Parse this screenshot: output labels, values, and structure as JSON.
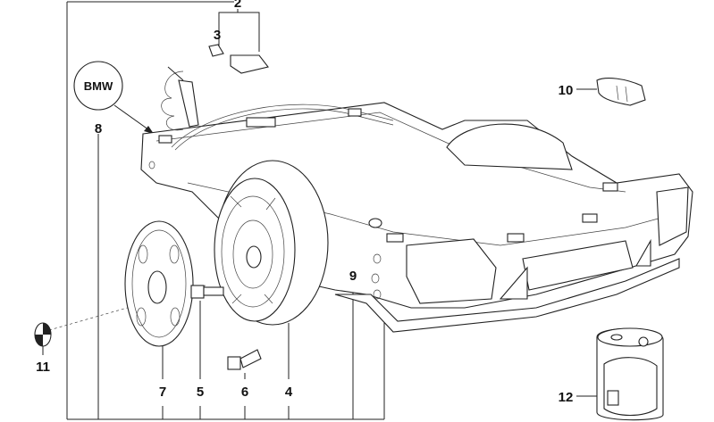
{
  "callouts": {
    "c2": "2",
    "c3": "3",
    "c4": "4",
    "c5": "5",
    "c6": "6",
    "c7": "7",
    "c8": "8",
    "c9": "9",
    "c10": "10",
    "c11": "11",
    "c12": "12"
  },
  "logo_text": "BMW"
}
